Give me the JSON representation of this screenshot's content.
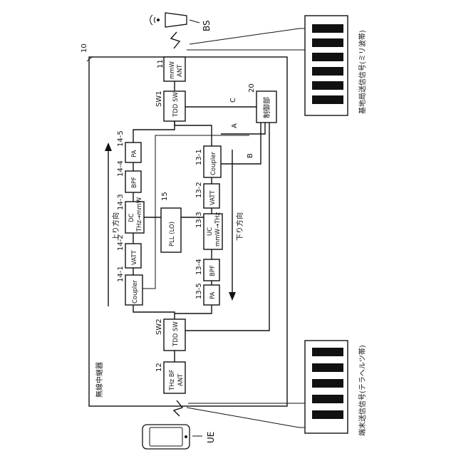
{
  "bs": {
    "label": "BS"
  },
  "ue": {
    "label": "UE"
  },
  "repeater": {
    "ref": "10",
    "title": "無線中継器"
  },
  "ant_mm": {
    "ref": "11",
    "label": "mmW ANT",
    "sub1": "mmW",
    "sub2": "ANT"
  },
  "ant_thz": {
    "ref": "12",
    "sub1": "THz BF",
    "sub2": "ANT"
  },
  "sw1": {
    "ref": "SW1",
    "label": "TDD SW"
  },
  "sw2": {
    "ref": "SW2",
    "label": "TDD SW"
  },
  "controller": {
    "ref": "20",
    "label": "制御部"
  },
  "pll": {
    "ref": "15",
    "label": "PLL (LO)"
  },
  "uplink": {
    "direction": "上り方向",
    "coupler": {
      "ref": "14-1",
      "label": "Coupler"
    },
    "vatt": {
      "ref": "14-2",
      "label": "VATT"
    },
    "dc": {
      "ref": "14-3",
      "label": "DC",
      "sub": "THz→mmW"
    },
    "bpf": {
      "ref": "14-4",
      "label": "BPF"
    },
    "pa": {
      "ref": "14-5",
      "label": "PA"
    }
  },
  "downlink": {
    "direction": "下り方向",
    "coupler": {
      "ref": "13-1",
      "label": "Coupler"
    },
    "vatt": {
      "ref": "13-2",
      "label": "VATT"
    },
    "uc": {
      "ref": "13-3",
      "label": "UC",
      "sub": "mmW→THz"
    },
    "bpf": {
      "ref": "13-4",
      "label": "BPF"
    },
    "pa": {
      "ref": "13-5",
      "label": "PA"
    }
  },
  "signals": {
    "a": "A",
    "b": "B",
    "c": "C"
  },
  "panels": {
    "base_station": "基地局送信信号(ミリ波帯)",
    "terminal": "端末送信信号(テラヘルツ帯)"
  }
}
